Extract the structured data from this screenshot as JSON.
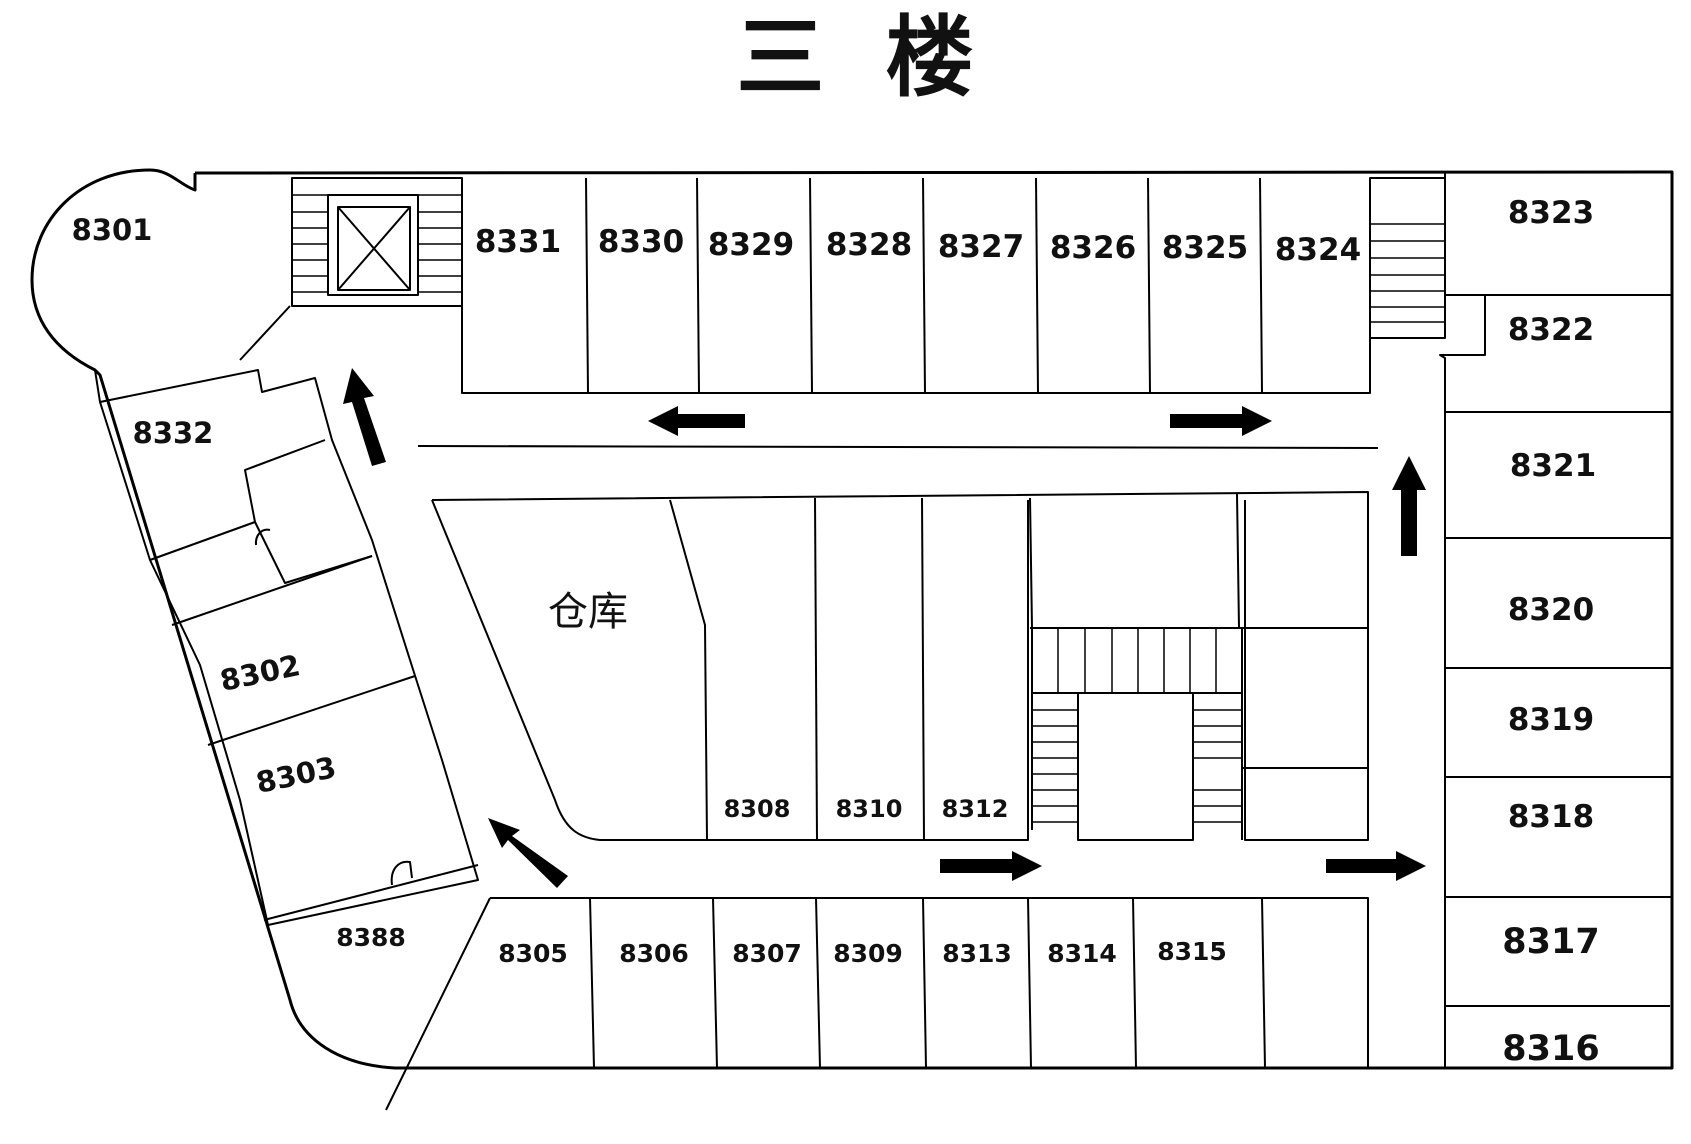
{
  "title": "三  楼",
  "warehouse_label": "仓库",
  "rooms": {
    "r8301": "8301",
    "r8331": "8331",
    "r8330": "8330",
    "r8329": "8329",
    "r8328": "8328",
    "r8327": "8327",
    "r8326": "8326",
    "r8325": "8325",
    "r8324": "8324",
    "r8323": "8323",
    "r8322": "8322",
    "r8321": "8321",
    "r8320": "8320",
    "r8319": "8319",
    "r8318": "8318",
    "r8317": "8317",
    "r8316": "8316",
    "r8332": "8332",
    "r8302": "8302",
    "r8303": "8303",
    "r8388": "8388",
    "r8305": "8305",
    "r8306": "8306",
    "r8307": "8307",
    "r8309": "8309",
    "r8313": "8313",
    "r8314": "8314",
    "r8315": "8315",
    "r8308": "8308",
    "r8310": "8310",
    "r8312": "8312"
  },
  "arrows": [
    "up",
    "left",
    "right",
    "up",
    "up-left",
    "right",
    "right"
  ]
}
